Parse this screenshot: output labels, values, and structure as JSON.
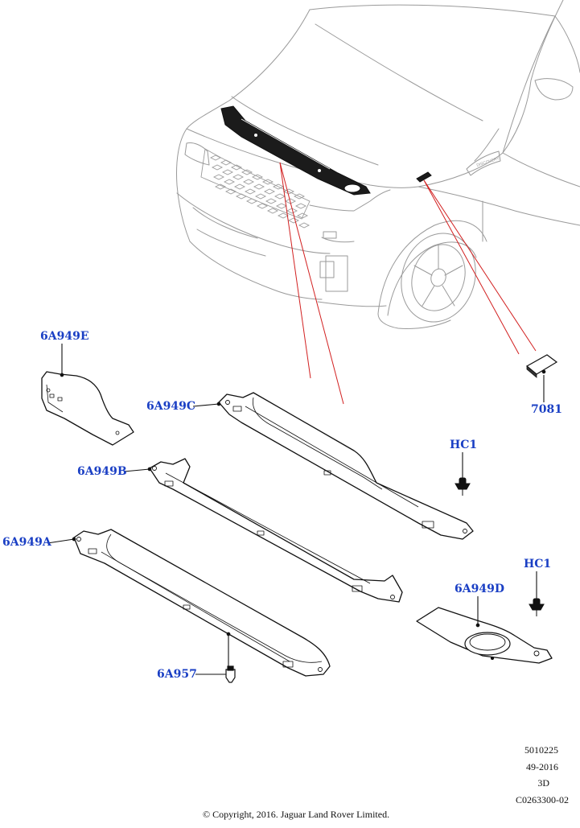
{
  "callouts": {
    "p6A949E": "6A949E",
    "p6A949C": "6A949C",
    "p6A949B": "6A949B",
    "p6A949A": "6A949A",
    "p6A957": "6A957",
    "p6A949D": "6A949D",
    "pHC1_upper": "HC1",
    "pHC1_lower": "HC1",
    "p7081": "7081"
  },
  "vehicle_badge": "DISCOVERY",
  "reference": {
    "line1": "5010225",
    "line2": "49-2016",
    "line3": "3D",
    "line4": "C0263300-02"
  },
  "copyright": "© Copyright, 2016. Jaguar Land Rover Limited.",
  "colors": {
    "callout_text": "#1a3fc4",
    "leader_red": "#d22020",
    "outline_grey": "#9a9a9a",
    "part_black": "#111111"
  }
}
